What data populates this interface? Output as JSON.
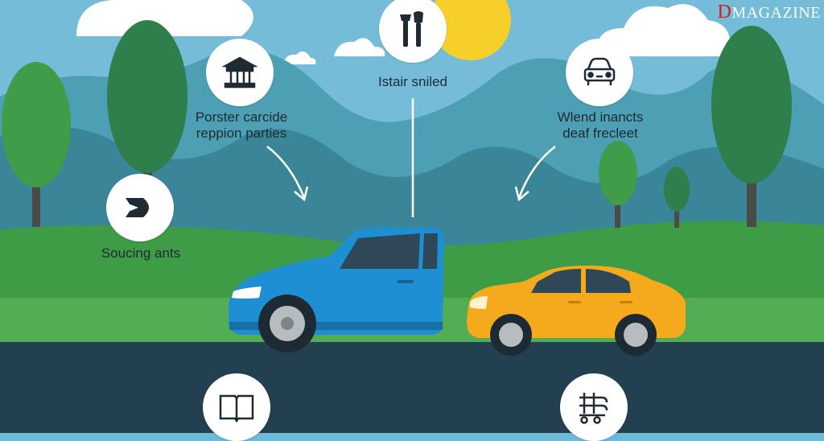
{
  "brand": {
    "initial": "D",
    "name": "MAGAZINE"
  },
  "callouts": [
    {
      "icon": "building-icon",
      "lines": [
        "Porster carcide",
        "reppion parties"
      ]
    },
    {
      "icon": "tools-icon",
      "lines": [
        "Istair sniled"
      ]
    },
    {
      "icon": "car-front-icon",
      "lines": [
        "Wlend inancts",
        "deaf frecleet"
      ]
    },
    {
      "icon": "arrow-badge-icon",
      "lines": [
        "Soucing ants"
      ]
    },
    {
      "icon": "book-icon",
      "lines": []
    },
    {
      "icon": "conveyor-icon",
      "lines": []
    }
  ],
  "colors": {
    "sky": "#74bcd8",
    "mountains": "#3f8fa3",
    "grass": "#3f9a45",
    "road": "#22404f",
    "car_blue": "#1f8fd4",
    "car_yellow": "#f5a91c",
    "sun": "#f7cf2a"
  }
}
